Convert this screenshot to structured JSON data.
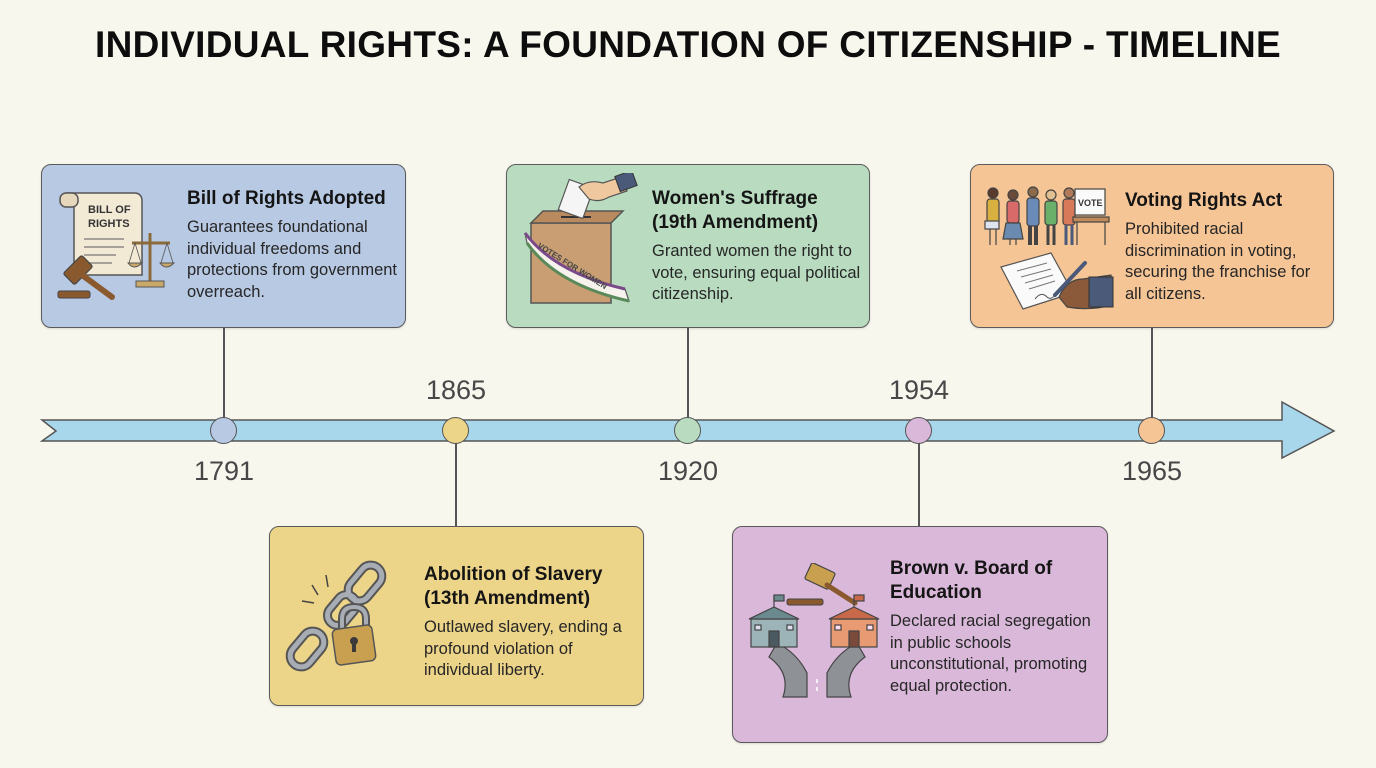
{
  "title": "INDIVIDUAL RIGHTS: A FOUNDATION OF CITIZENSHIP - TIMELINE",
  "colors": {
    "background": "#f8f7ee",
    "arrow": "#a8d6ea",
    "blue": "#b8c9e3",
    "yellow": "#ecd488",
    "green": "#b9dcc0",
    "purple": "#dab8da",
    "orange": "#f6c596"
  },
  "events": [
    {
      "year": "1791",
      "title": "Bill of Rights Adopted",
      "description": "Guarantees foundational individual freedoms and protections from government overreach.",
      "icon": "scroll-scales-gavel-icon",
      "icon_text": [
        "BILL OF",
        "RIGHTS"
      ],
      "color": "blue",
      "position": "above"
    },
    {
      "year": "1865",
      "title": "Abolition of Slavery (13th Amendment)",
      "description": "Outlawed slavery, ending a profound violation of individual liberty.",
      "icon": "broken-chain-padlock-icon",
      "color": "yellow",
      "position": "below"
    },
    {
      "year": "1920",
      "title": "Women's Suffrage (19th Amendment)",
      "description": "Granted women the right to vote, ensuring equal political citizenship.",
      "icon": "ballot-box-sash-icon",
      "icon_text": [
        "VOTES FOR WOMEN"
      ],
      "color": "green",
      "position": "above"
    },
    {
      "year": "1954",
      "title": "Brown v. Board of Education",
      "description": "Declared racial segregation in public schools unconstitutional, promoting equal protection.",
      "icon": "gavel-schools-road-icon",
      "color": "purple",
      "position": "below"
    },
    {
      "year": "1965",
      "title": "Voting Rights Act",
      "description": "Prohibited racial discrimination in voting, securing the franchise for all citizens.",
      "icon": "voters-line-signing-icon",
      "icon_text": [
        "VOTE"
      ],
      "color": "orange",
      "position": "above"
    }
  ]
}
